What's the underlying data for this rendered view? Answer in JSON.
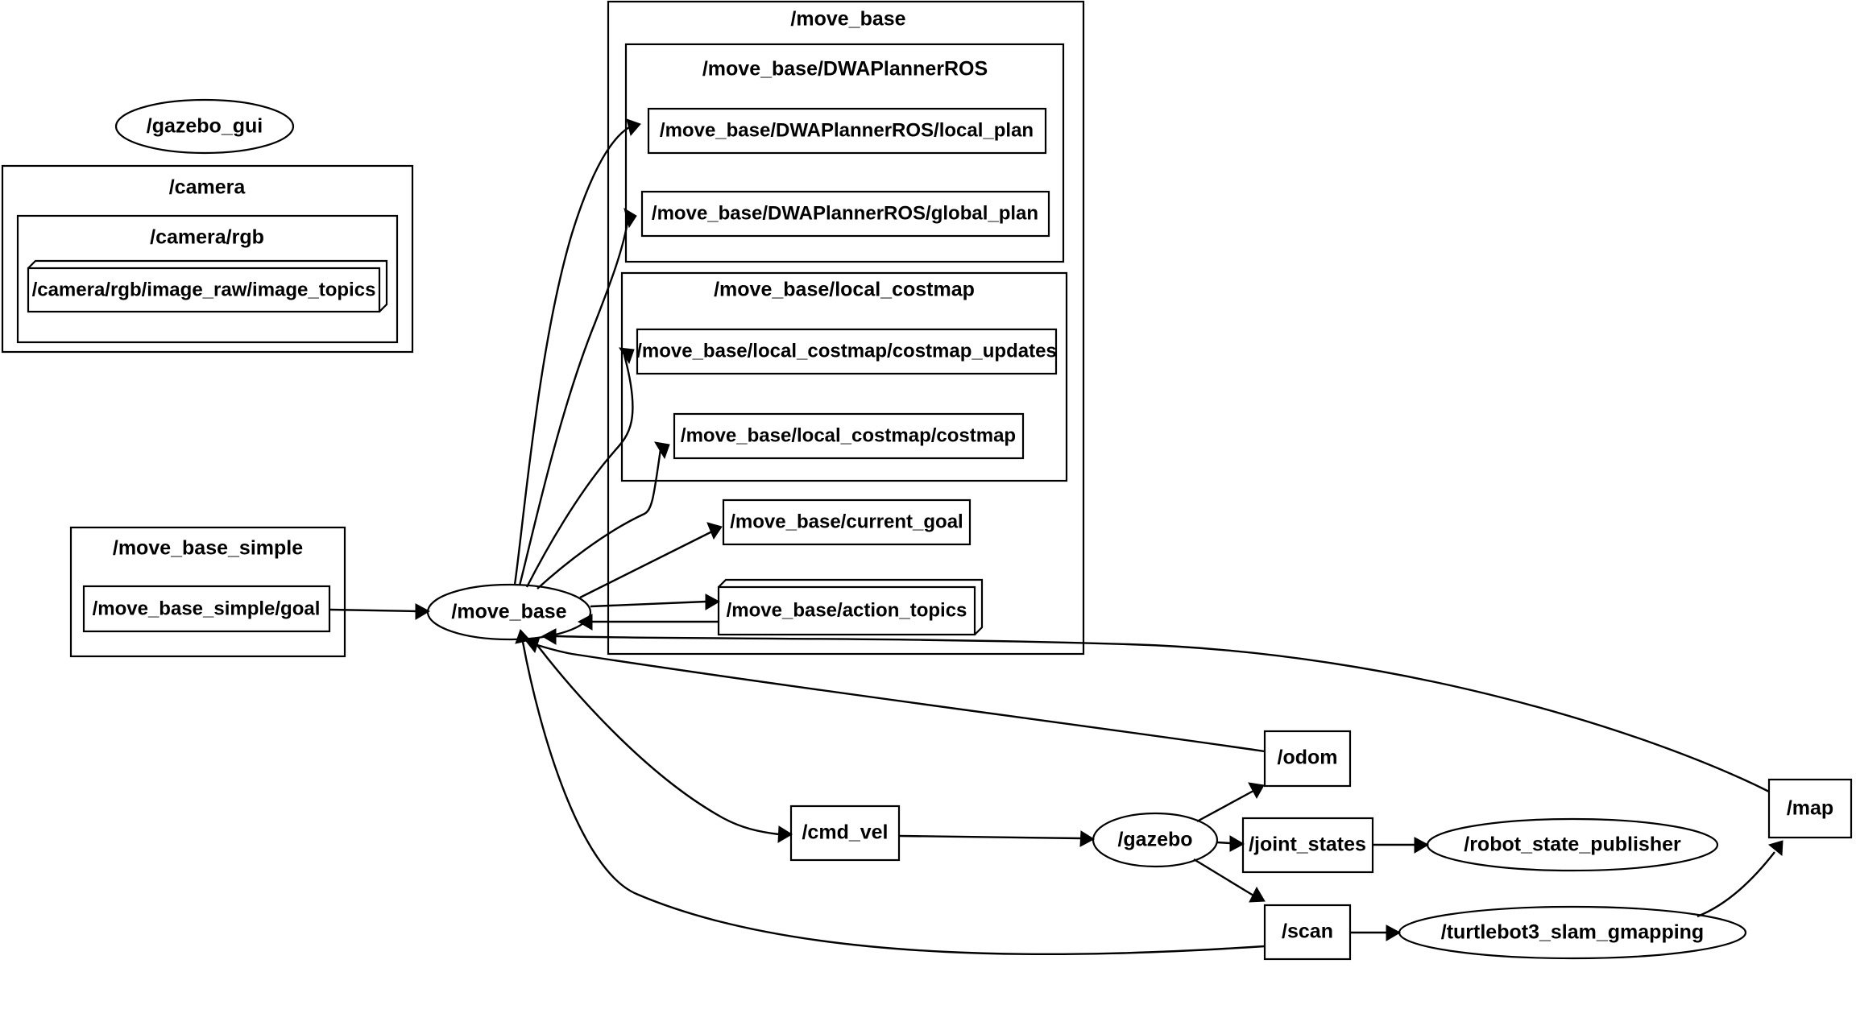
{
  "graph": {
    "title": "ROS rqt_graph computation graph",
    "background_color": "#ffffff",
    "line_color": "#000000",
    "clusters": [
      {
        "id": "camera",
        "label": "/camera"
      },
      {
        "id": "camera_rgb",
        "label": "/camera/rgb"
      },
      {
        "id": "move_base",
        "label": "/move_base"
      },
      {
        "id": "dwa",
        "label": "/move_base/DWAPlannerROS"
      },
      {
        "id": "local_costmap",
        "label": "/move_base/local_costmap"
      },
      {
        "id": "move_base_simple",
        "label": "/move_base_simple"
      }
    ],
    "nodes": [
      {
        "id": "gazebo_gui",
        "label": "/gazebo_gui",
        "shape": "ellipse"
      },
      {
        "id": "move_base_node",
        "label": "/move_base",
        "shape": "ellipse"
      },
      {
        "id": "gazebo",
        "label": "/gazebo",
        "shape": "ellipse"
      },
      {
        "id": "robot_state_publisher",
        "label": "/robot_state_publisher",
        "shape": "ellipse"
      },
      {
        "id": "slam_gmapping",
        "label": "/turtlebot3_slam_gmapping",
        "shape": "ellipse"
      },
      {
        "id": "image_topics",
        "label": "/camera/rgb/image_raw/image_topics",
        "shape": "box3d"
      },
      {
        "id": "local_plan",
        "label": "/move_base/DWAPlannerROS/local_plan",
        "shape": "box"
      },
      {
        "id": "global_plan",
        "label": "/move_base/DWAPlannerROS/global_plan",
        "shape": "box"
      },
      {
        "id": "costmap_updates",
        "label": "/move_base/local_costmap/costmap_updates",
        "shape": "box"
      },
      {
        "id": "costmap",
        "label": "/move_base/local_costmap/costmap",
        "shape": "box"
      },
      {
        "id": "current_goal",
        "label": "/move_base/current_goal",
        "shape": "box"
      },
      {
        "id": "action_topics",
        "label": "/move_base/action_topics",
        "shape": "box3d"
      },
      {
        "id": "simple_goal",
        "label": "/move_base_simple/goal",
        "shape": "box"
      },
      {
        "id": "cmd_vel",
        "label": "/cmd_vel",
        "shape": "box"
      },
      {
        "id": "odom",
        "label": "/odom",
        "shape": "box"
      },
      {
        "id": "joint_states",
        "label": "/joint_states",
        "shape": "box"
      },
      {
        "id": "scan",
        "label": "/scan",
        "shape": "box"
      },
      {
        "id": "map",
        "label": "/map",
        "shape": "box"
      }
    ],
    "edges": [
      {
        "from": "move_base_node",
        "to": "local_plan"
      },
      {
        "from": "move_base_node",
        "to": "global_plan"
      },
      {
        "from": "move_base_node",
        "to": "costmap_updates"
      },
      {
        "from": "move_base_node",
        "to": "costmap"
      },
      {
        "from": "move_base_node",
        "to": "current_goal"
      },
      {
        "from": "move_base_node",
        "to": "action_topics"
      },
      {
        "from": "action_topics",
        "to": "move_base_node"
      },
      {
        "from": "simple_goal",
        "to": "move_base_node"
      },
      {
        "from": "move_base_node",
        "to": "cmd_vel"
      },
      {
        "from": "cmd_vel",
        "to": "gazebo"
      },
      {
        "from": "gazebo",
        "to": "odom"
      },
      {
        "from": "gazebo",
        "to": "joint_states"
      },
      {
        "from": "gazebo",
        "to": "scan"
      },
      {
        "from": "joint_states",
        "to": "robot_state_publisher"
      },
      {
        "from": "scan",
        "to": "slam_gmapping"
      },
      {
        "from": "slam_gmapping",
        "to": "map"
      },
      {
        "from": "odom",
        "to": "move_base_node"
      },
      {
        "from": "scan",
        "to": "move_base_node"
      },
      {
        "from": "map",
        "to": "move_base_node"
      }
    ]
  }
}
